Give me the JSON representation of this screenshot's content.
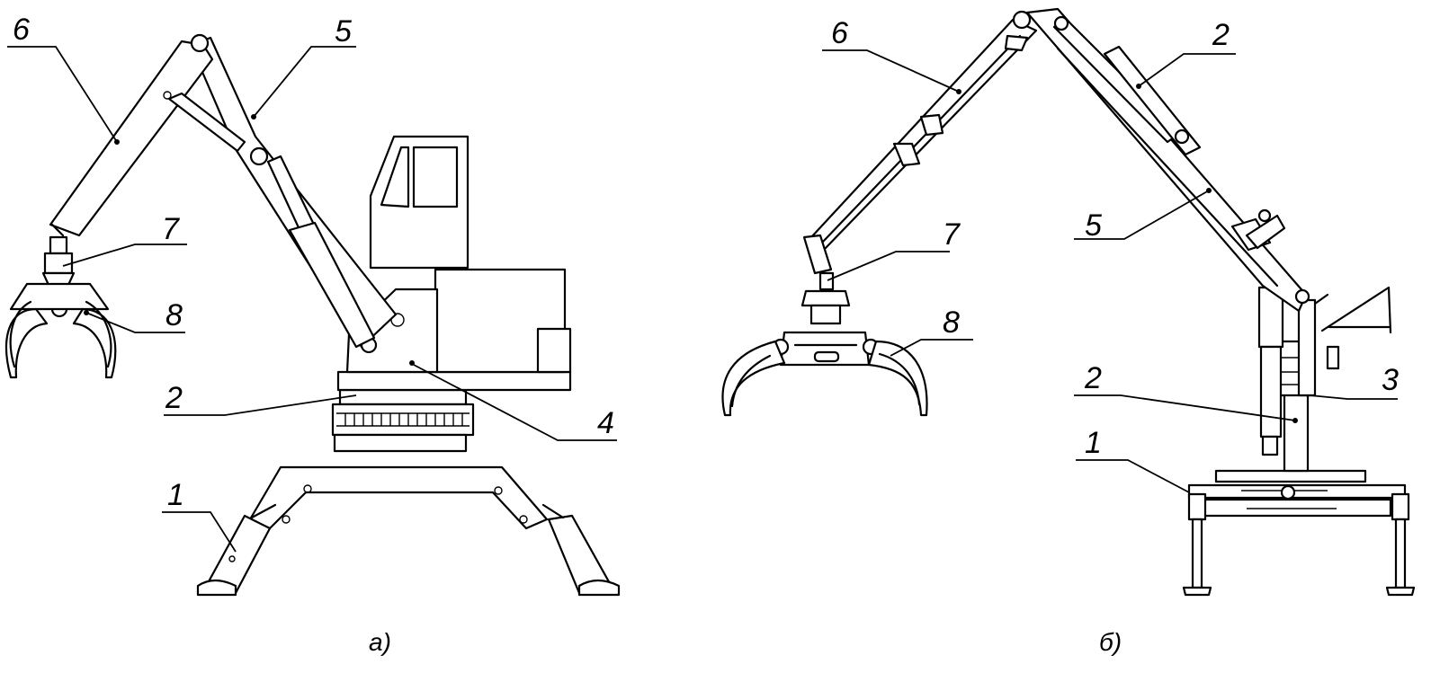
{
  "captions": {
    "a": "а)",
    "b": "б)"
  },
  "colors": {
    "ink": "#000000",
    "background": "#ffffff"
  },
  "labels_a": {
    "l1": "1",
    "l2": "2",
    "l4": "4",
    "l5": "5",
    "l6": "6",
    "l7": "7",
    "l8": "8"
  },
  "labels_b": {
    "l1": "1",
    "l2top": "2",
    "l2low": "2",
    "l3": "3",
    "l5": "5",
    "l6": "6",
    "l7": "7",
    "l8": "8"
  }
}
